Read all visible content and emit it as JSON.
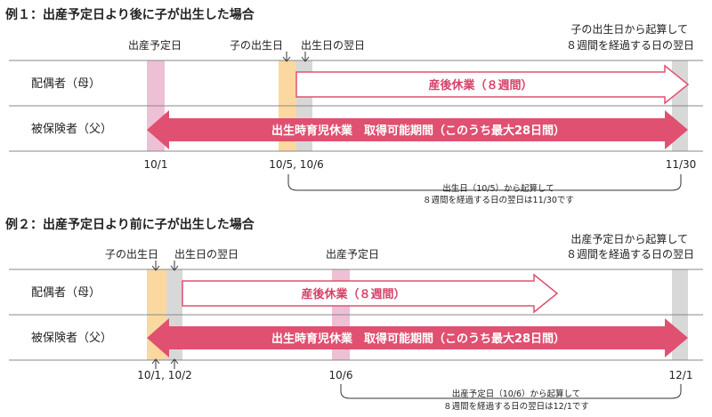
{
  "example1": {
    "title": "例１：出産予定日より後に子が出生した場合",
    "due_date_label": "出産予定日",
    "birth_label": "子の出生日",
    "next_day_label": "出生日の翌日",
    "end_label_line1": "子の出生日から起算して",
    "end_label_line2": "８週間を経過する日の翌日",
    "row_spouse": "配偶者（母）",
    "row_insured": "被保険者（父）",
    "maternity_leave": "産後休業（８週間）",
    "paternity_leave": "出生時育児休業　取得可能期間（このうち最大28日間）",
    "date_start": "10/1",
    "date_birth": "10/5, 10/6",
    "date_end": "11/30",
    "note_line1": "出生日（10/5）から起算して",
    "note_line2": "８週間を経過する日の翌日は11/30です"
  },
  "example2": {
    "title": "例２：出産予定日より前に子が出生した場合",
    "birth_label": "子の出生日",
    "next_day_label": "出生日の翌日",
    "due_date_label": "出産予定日",
    "end_label_line1": "出産予定日から起算して",
    "end_label_line2": "８週間を経過する日の翌日",
    "row_spouse": "配偶者（母）",
    "row_insured": "被保険者（父）",
    "maternity_leave": "産後休業（８週間）",
    "paternity_leave": "出生時育児休業　取得可能期間（このうち最大28日間）",
    "date_birth": "10/1, 10/2",
    "date_due": "10/6",
    "date_end": "12/1",
    "note_line1": "出産予定日（10/6）から起算して",
    "note_line2": "８週間を経過する日の翌日は12/1です"
  },
  "colors": {
    "pink_band": "#e05070",
    "maternity_outline": "#e05070",
    "due_date_fill": "#eec0d6",
    "birth_fill": "#fbd8a0",
    "next_day_fill": "#d8d8d8"
  }
}
